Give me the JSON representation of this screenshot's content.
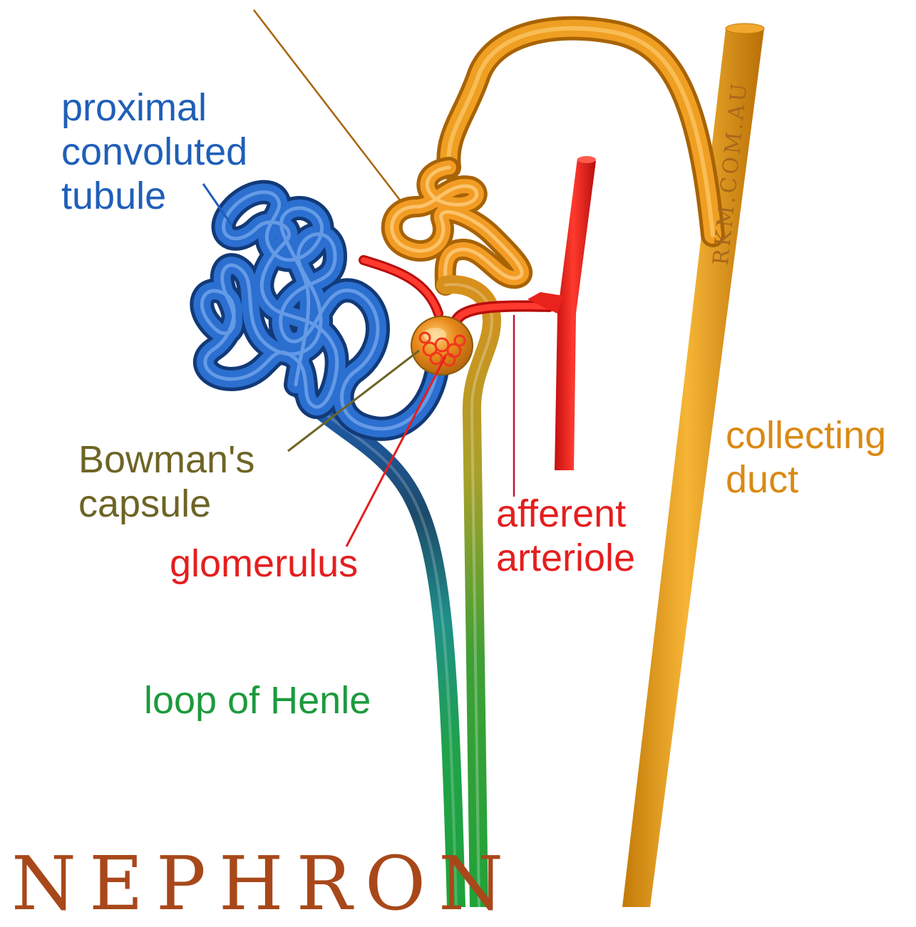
{
  "labels": {
    "pct": [
      "proximal",
      "convoluted",
      "tubule"
    ],
    "bowman": [
      "Bowman's",
      "capsule"
    ],
    "glomerulus": "glomerulus",
    "afferent": [
      "afferent",
      "arteriole"
    ],
    "collecting": [
      "collecting",
      "duct"
    ],
    "henle": "loop of Henle"
  },
  "title": "NEPHRON",
  "watermark": "RKM.COM.AU",
  "colors": {
    "proximal_tubule": "#1f5fb8",
    "bowman_capsule": "#6e6426",
    "blood_vessels": "#e51e1e",
    "loop_of_henle": "#1d9a3c",
    "collecting_duct": "#d98a14",
    "title": "#a8481a"
  }
}
